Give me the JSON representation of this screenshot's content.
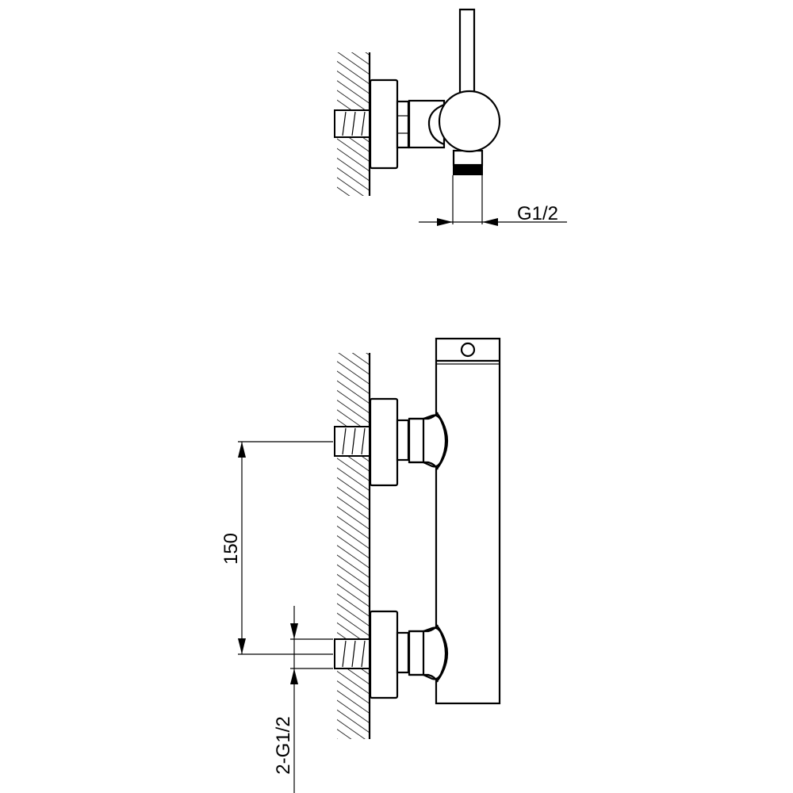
{
  "drawing": {
    "top_view": {
      "dimension_label": "G1/2"
    },
    "front_view": {
      "spacing_label": "150",
      "inlet_label": "2-G1/2"
    }
  },
  "colors": {
    "line": "#000000",
    "background": "#ffffff"
  }
}
